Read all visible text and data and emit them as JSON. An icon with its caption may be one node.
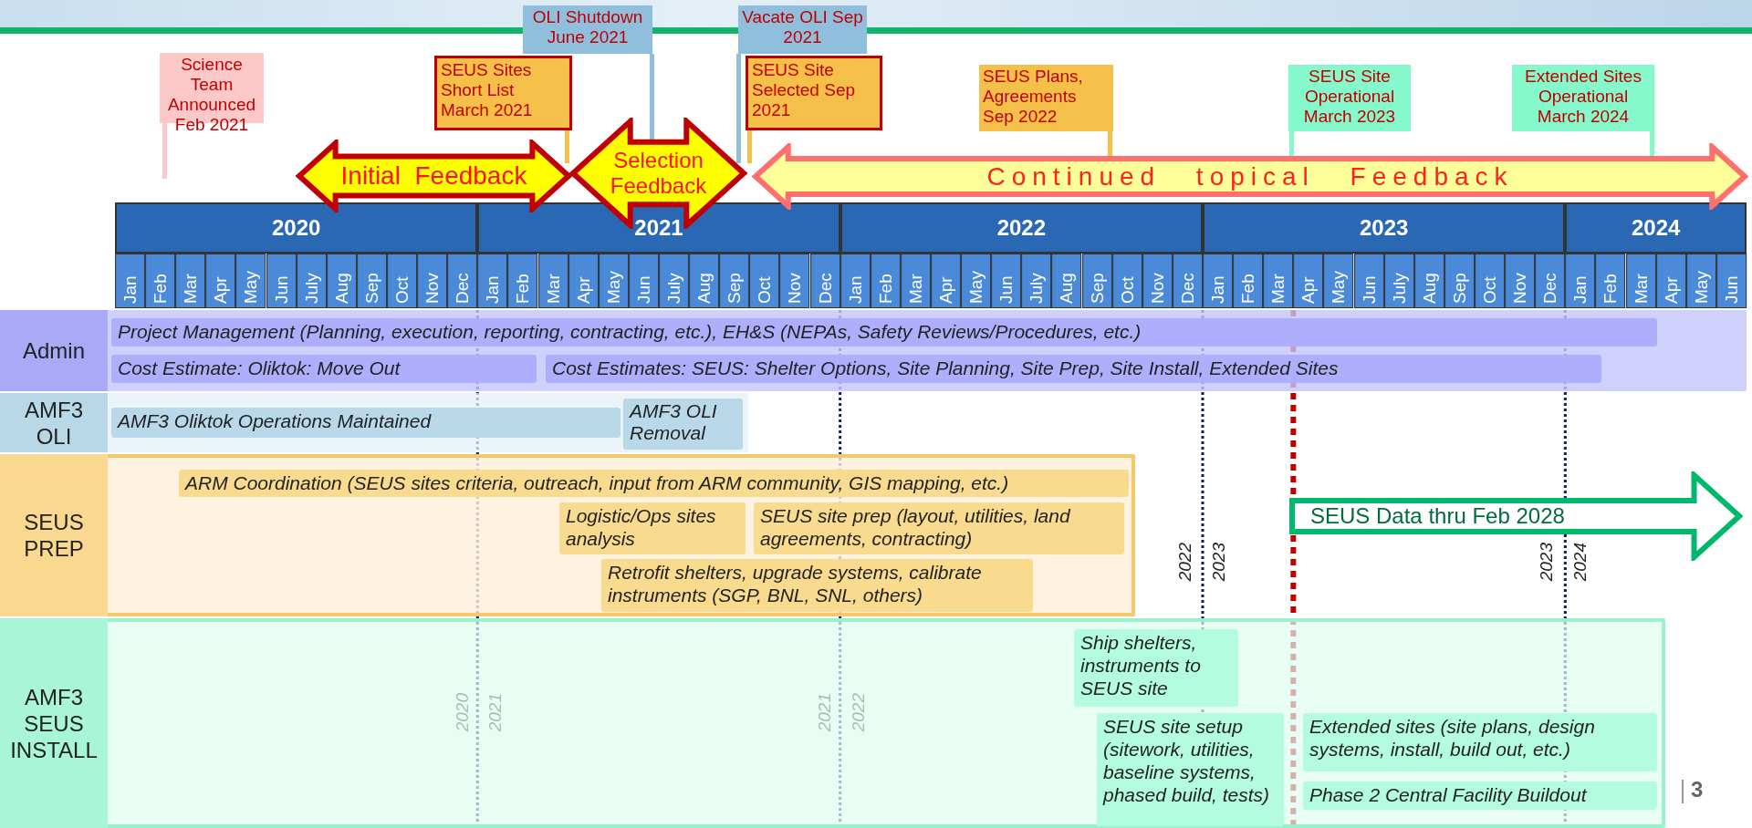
{
  "diagram": {
    "nodes": [
      {
        "text": [
          "OLI Shutdown June 2021"
        ]
      },
      {
        "text": [
          "Vacate OLI Sep 2021"
        ]
      },
      {
        "text": [
          "Science Team Announced Feb 2021"
        ]
      },
      {
        "text": [
          "SEUS Sites Short List March 2021"
        ]
      },
      {
        "text": [
          "SEUS Site Selected Sep 2021"
        ]
      },
      {
        "text": [
          "SEUS Plans, Agreements Sep 2022"
        ]
      },
      {
        "text": [
          "SEUS Site Operational March 2023"
        ]
      },
      {
        "text": [
          "Extended Sites Operational March 2024"
        ]
      },
      {
        "text": [
          "Initial  Feedback"
        ]
      },
      {
        "text": [
          "Selection Feedback"
        ]
      },
      {
        "text": [
          "Continued topical Feedback"
        ]
      },
      {
        "text": [
          "Admin"
        ]
      },
      {
        "text": [
          "Project Management (Planning, execution, reporting, contracting, etc.), EH&S (NEPAs, Safety Reviews/Procedures, etc.)"
        ],
        "in": 11
      },
      {
        "text": [
          "Cost Estimate: Oliktok: Move Out"
        ],
        "in": 11
      },
      {
        "text": [
          "Cost Estimates: SEUS: Shelter Options, Site Planning, Site Prep, Site Install, Extended Sites"
        ],
        "in": 11
      },
      {
        "text": [
          "AMF3 OLI"
        ]
      },
      {
        "text": [
          "AMF3 Oliktok Operations Maintained"
        ],
        "in": 15
      },
      {
        "text": [
          "AMF3 OLI Removal"
        ],
        "in": 15
      },
      {
        "text": [
          "SEUS PREP"
        ]
      },
      {
        "text": [
          "ARM Coordination (SEUS sites criteria, outreach, input from ARM community, GIS mapping, etc.)"
        ],
        "in": 18
      },
      {
        "text": [
          "Logistic/Ops sites analysis"
        ],
        "in": 18
      },
      {
        "text": [
          "SEUS site prep (layout, utilities, land agreements, contracting)"
        ],
        "in": 18
      },
      {
        "text": [
          "SEUS Data thru Feb 2028"
        ]
      },
      {
        "text": [
          "Retrofit shelters, upgrade systems, calibrate instruments (SGP, BNL, SNL, others)"
        ],
        "in": 18
      },
      {
        "text": [
          "AMF3 SEUS INSTALL"
        ]
      },
      {
        "text": [
          "Ship shelters, instruments to SEUS site"
        ],
        "in": 24
      },
      {
        "text": [
          "SEUS site setup (sitework, utilities, baseline systems, phased build, tests)"
        ],
        "in": 24
      },
      {
        "text": [
          "Extended sites (site plans, design systems, install, build out, etc.)"
        ],
        "in": 24
      },
      {
        "text": [
          "Phase 2 Central Facility Buildout"
        ],
        "in": 24
      }
    ],
    "edges": [],
    "labels": [
      "2020",
      "2021",
      "2022",
      "2023",
      "2024",
      "Jan",
      "Feb",
      "Mar",
      "Apr",
      "May",
      "Jun",
      "July",
      "Aug",
      "Sep",
      "Oct",
      "Nov",
      "Dec",
      "Jan",
      "Feb",
      "Mar",
      "Apr",
      "May",
      "Jun",
      "July",
      "Aug",
      "Sep",
      "Oct",
      "Nov",
      "Dec",
      "Jan",
      "Feb",
      "Mar",
      "Apr",
      "May",
      "Jun",
      "July",
      "Aug",
      "Sep",
      "Oct",
      "Nov",
      "Dec",
      "Jan",
      "Feb",
      "Mar",
      "Apr",
      "May",
      "Jun",
      "July",
      "Aug",
      "Sep",
      "Oct",
      "Nov",
      "Dec",
      "Jan",
      "Feb",
      "Mar",
      "Apr",
      "May",
      "Jun",
      "2022",
      "2023",
      "2023",
      "2024",
      "2020",
      "2021",
      "2021",
      "2022",
      "3"
    ]
  }
}
